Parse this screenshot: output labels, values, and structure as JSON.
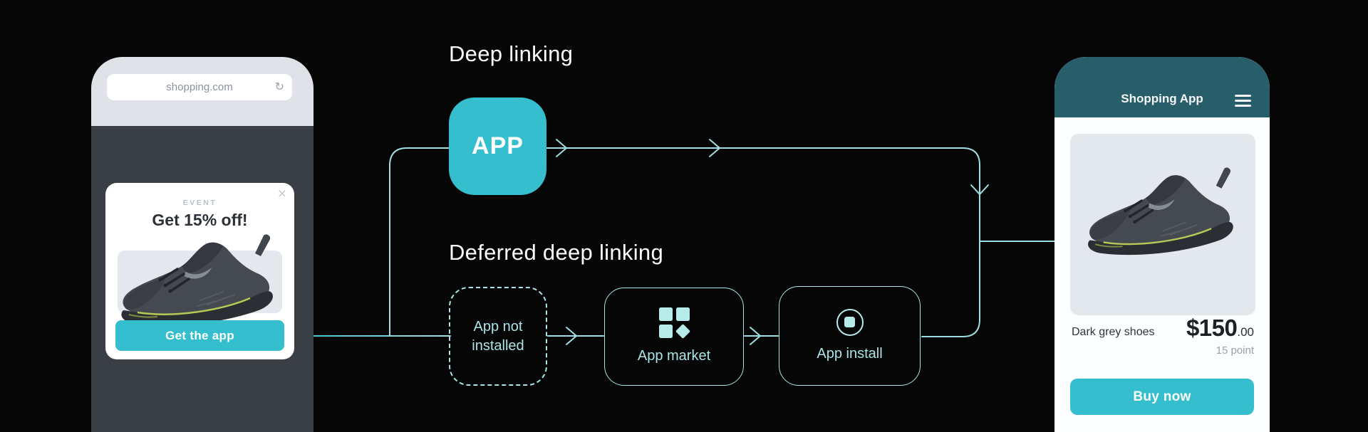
{
  "colors": {
    "background": "#060607",
    "accent_teal": "#35BECD",
    "flow_line": "#9FDFE2",
    "node_border": "#A9E4E6",
    "app_header_teal": "#285E6A"
  },
  "left_phone": {
    "url": "shopping.com",
    "refresh_icon": "↻",
    "popup": {
      "close_icon": "×",
      "badge": "EVENT",
      "title": "Get 15% off!",
      "cta": "Get the app"
    }
  },
  "diagram": {
    "deep_linking_title": "Deep linking",
    "deferred_title": "Deferred deep linking",
    "app_node": "APP",
    "app_not_installed": "App not installed",
    "app_market": "App market",
    "app_install": "App install",
    "icons": {
      "app_market": "app-grid-icon",
      "app_install": "install-record-icon"
    }
  },
  "right_phone": {
    "header": "Shopping App",
    "menu_icon": "hamburger-menu",
    "product_name": "Dark grey shoes",
    "price_main": "$150",
    "price_fraction": ".00",
    "points": "15 point",
    "cta": "Buy now"
  }
}
